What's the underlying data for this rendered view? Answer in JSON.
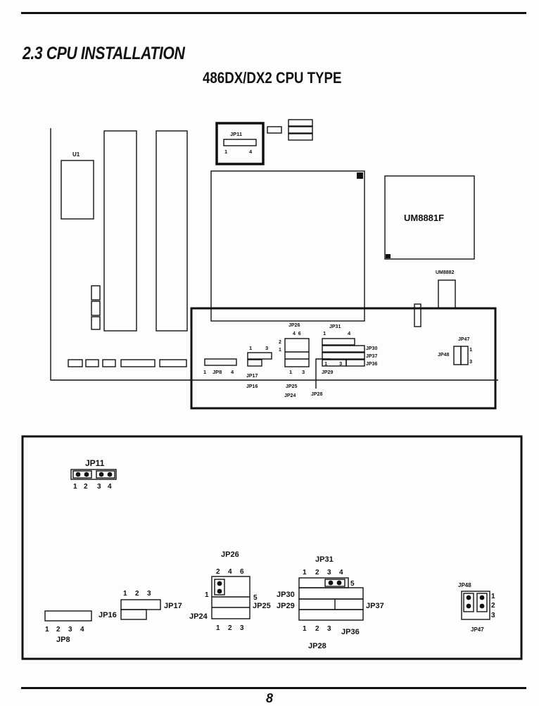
{
  "section": {
    "number": "2.3",
    "title": "2.3 CPU INSTALLATION",
    "subtitle": "486DX/DX2 CPU TYPE"
  },
  "board": {
    "u1": "U1",
    "chip_main": "UM8881F",
    "chip_small": "UM8882",
    "jp11": "JP11",
    "jp11_pin1": "1",
    "jp11_pin4": "4",
    "jp8": "JP8",
    "jp8_pin1": "1",
    "jp8_pin4": "4",
    "jp16": "JP16",
    "jp17": "JP17",
    "jp17_pin1": "1",
    "jp17_pin3": "3",
    "jp26": "JP26",
    "jp26_pins_top": "4  6",
    "jp26_pin2": "2",
    "jp26_pin1": "1",
    "jp25": "JP25",
    "jp24": "JP24",
    "jp25_pin1": "1",
    "jp25_pin3": "3",
    "jp31": "JP31",
    "jp31_pin1": "1",
    "jp31_pin4": "4",
    "jp30": "JP30",
    "jp37": "JP37",
    "jp36": "JP36",
    "jp29": "JP29",
    "jp28": "JP28",
    "jp29_pin1": "1",
    "jp29_pin3": "3",
    "jp47": "JP47",
    "jp48": "JP48",
    "jp47_pin1": "1",
    "jp47_pin3": "3"
  },
  "detail": {
    "jp11": "JP11",
    "jp11_pins": [
      "1",
      "2",
      "3",
      "4"
    ],
    "jp8": "JP8",
    "jp8_pins": [
      "1",
      "2",
      "3",
      "4"
    ],
    "jp16": "JP16",
    "jp17": "JP17",
    "jp17_pins": [
      "1",
      "2",
      "3"
    ],
    "jp26": "JP26",
    "jp26_pins": [
      "2",
      "4",
      "6"
    ],
    "jp26_pin1": "1",
    "jp26_pin5": "5",
    "jp25": "JP25",
    "jp24": "JP24",
    "jp24_pins": [
      "1",
      "2",
      "3"
    ],
    "jp31": "JP31",
    "jp31_pins": [
      "1",
      "2",
      "3",
      "4"
    ],
    "jp31_pin5": "5",
    "jp30": "JP30",
    "jp29": "JP29",
    "jp37": "JP37",
    "jp36": "JP36",
    "jp28": "JP28",
    "jp28_pins": [
      "1",
      "2",
      "3"
    ],
    "jp48": "JP48",
    "jp47": "JP47",
    "jp47_pins": [
      "1",
      "2",
      "3"
    ]
  },
  "page_number": "8"
}
